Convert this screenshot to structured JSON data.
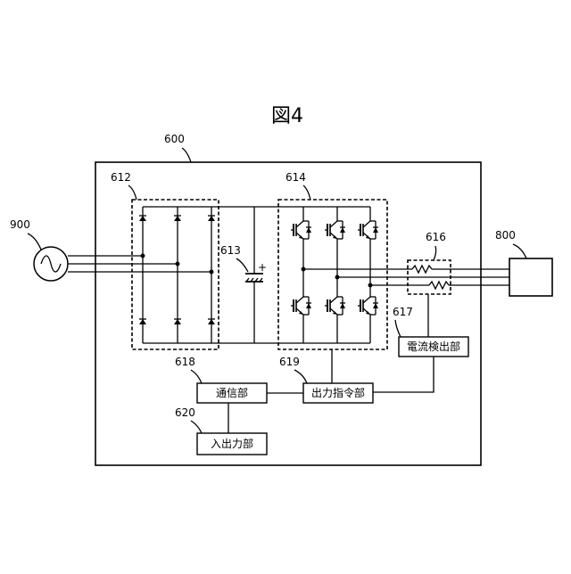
{
  "figure": {
    "title": "図4"
  },
  "refs": {
    "r600": "600",
    "r612": "612",
    "r613": "613",
    "r614": "614",
    "r616": "616",
    "r617": "617",
    "r618": "618",
    "r619": "619",
    "r620": "620",
    "r800": "800",
    "r900": "900"
  },
  "blocks": {
    "current_detector": "電流検出部",
    "output_command": "出力指令部",
    "communication": "通信部",
    "io": "入出力部"
  },
  "symbols": {
    "capacitor_plus": "+"
  }
}
